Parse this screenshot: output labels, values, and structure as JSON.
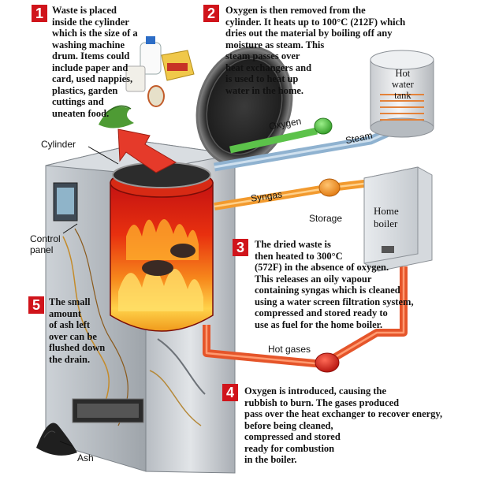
{
  "steps": [
    {
      "number": "1",
      "text": "Waste is placed\ninside the cylinder\nwhich is the size of a\nwashing machine\ndrum. Items could\ninclude paper and\ncard, used nappies,\nplastics, garden\ncuttings and\nuneaten food."
    },
    {
      "number": "2",
      "text": "Oxygen is then removed from the\ncylinder. It heats up to 100°C (212F) which\ndries out the material by boiling off any\nmoisture as steam. This\nsteam passes over\nheat exchangers and\nis used to heat up\nwater in the home."
    },
    {
      "number": "3",
      "text": "The dried waste is\nthen heated to 300°C\n(572F) in the absence of oxygen.\nThis releases an oily vapour\ncontaining syngas which is cleaned\nusing a water screen filtration system,\ncompressed and stored ready to\nuse as fuel for the home boiler."
    },
    {
      "number": "4",
      "text": "Oxygen is introduced, causing the\nrubbish to burn. The gases produced\npass over the heat exchanger to recover energy,\nbefore being cleaned,\ncompressed and stored\nready for combustion\nin the boiler."
    },
    {
      "number": "5",
      "text": "The small\namount\nof ash left\nover can be\nflushed down\nthe drain."
    }
  ],
  "labels": {
    "cylinder": "Cylinder",
    "oxygen": "Oxygen",
    "steam": "Steam",
    "syngas": "Syngas",
    "storage": "Storage",
    "hot_water_tank": "Hot\nwater\ntank",
    "home_boiler": "Home\nboiler",
    "control_panel": "Control\npanel",
    "hot_gases": "Hot gases",
    "ash": "Ash"
  },
  "colors": {
    "step_badge": "#d0141b",
    "steam_pipe": "#8fb2d0",
    "oxygen_pipe": "#5cc24a",
    "syngas_pipe": "#f29a2e",
    "hot_gas_pipe": "#e5552a",
    "down_arrow": "#e53a2a"
  }
}
